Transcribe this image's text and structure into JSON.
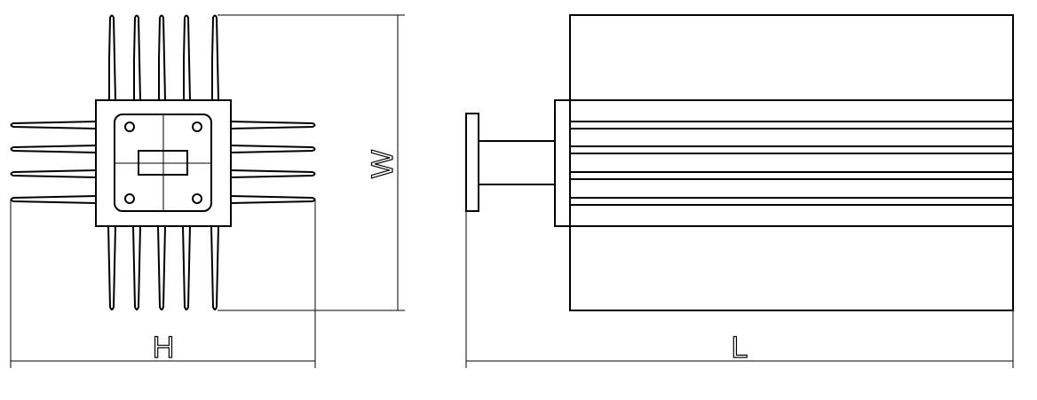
{
  "dimensions": {
    "width_label": "W",
    "height_label": "H",
    "length_label": "L"
  },
  "colors": {
    "line": "#000000",
    "background": "#ffffff"
  }
}
